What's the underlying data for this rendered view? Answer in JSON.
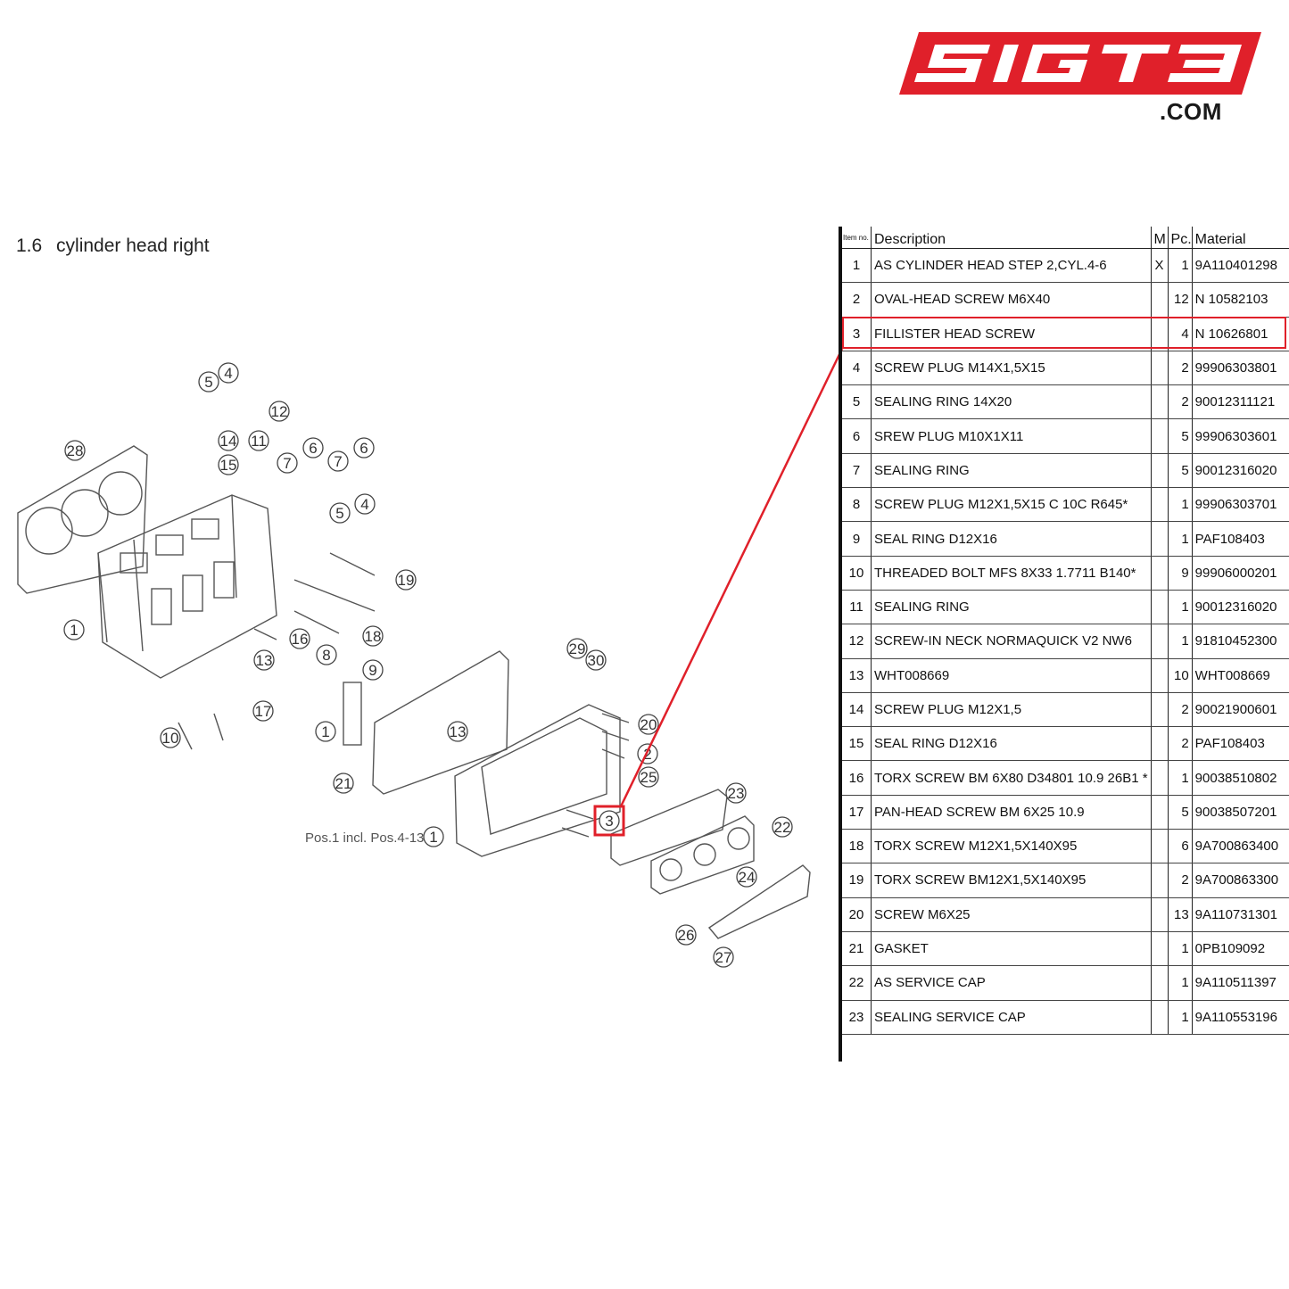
{
  "logo": {
    "text": "5IGT3",
    "domain": ".COM"
  },
  "section": {
    "number": "1.6",
    "title": "cylinder head right"
  },
  "diagram": {
    "note": "Pos.1 incl. Pos.4-13",
    "highlight_callout": "3",
    "accent_color": "#e0202a"
  },
  "table": {
    "headers": {
      "item": "Item no.",
      "description": "Description",
      "m": "M",
      "pc": "Pc.",
      "material": "Material"
    },
    "highlight_row": 3,
    "rows": [
      {
        "item": "1",
        "description": "AS CYLINDER HEAD STEP 2,CYL.4-6",
        "m": "X",
        "pc": "1",
        "material": "9A110401298"
      },
      {
        "item": "2",
        "description": "OVAL-HEAD SCREW M6X40",
        "m": "",
        "pc": "12",
        "material": "N 10582103"
      },
      {
        "item": "3",
        "description": "FILLISTER HEAD SCREW",
        "m": "",
        "pc": "4",
        "material": "N 10626801"
      },
      {
        "item": "4",
        "description": "SCREW PLUG M14X1,5X15",
        "m": "",
        "pc": "2",
        "material": "99906303801"
      },
      {
        "item": "5",
        "description": "SEALING RING 14X20",
        "m": "",
        "pc": "2",
        "material": "90012311121"
      },
      {
        "item": "6",
        "description": "SREW PLUG M10X1X11",
        "m": "",
        "pc": "5",
        "material": "99906303601"
      },
      {
        "item": "7",
        "description": "SEALING RING",
        "m": "",
        "pc": "5",
        "material": "90012316020"
      },
      {
        "item": "8",
        "description": "SCREW PLUG M12X1,5X15 C 10C R645*",
        "m": "",
        "pc": "1",
        "material": "99906303701"
      },
      {
        "item": "9",
        "description": "SEAL RING D12X16",
        "m": "",
        "pc": "1",
        "material": "PAF108403"
      },
      {
        "item": "10",
        "description": "THREADED BOLT MFS 8X33 1.7711 B140*",
        "m": "",
        "pc": "9",
        "material": "99906000201"
      },
      {
        "item": "11",
        "description": "SEALING RING",
        "m": "",
        "pc": "1",
        "material": "90012316020"
      },
      {
        "item": "12",
        "description": "SCREW-IN NECK NORMAQUICK V2 NW6",
        "m": "",
        "pc": "1",
        "material": "91810452300"
      },
      {
        "item": "13",
        "description": "WHT008669",
        "m": "",
        "pc": "10",
        "material": "WHT008669"
      },
      {
        "item": "14",
        "description": "SCREW PLUG M12X1,5",
        "m": "",
        "pc": "2",
        "material": "90021900601"
      },
      {
        "item": "15",
        "description": "SEAL RING D12X16",
        "m": "",
        "pc": "2",
        "material": "PAF108403"
      },
      {
        "item": "16",
        "description": "TORX SCREW BM 6X80 D34801 10.9 26B1 *",
        "m": "",
        "pc": "1",
        "material": "90038510802"
      },
      {
        "item": "17",
        "description": "PAN-HEAD SCREW BM 6X25 10.9",
        "m": "",
        "pc": "5",
        "material": "90038507201"
      },
      {
        "item": "18",
        "description": "TORX SCREW M12X1,5X140X95",
        "m": "",
        "pc": "6",
        "material": "9A700863400"
      },
      {
        "item": "19",
        "description": "TORX SCREW BM12X1,5X140X95",
        "m": "",
        "pc": "2",
        "material": "9A700863300"
      },
      {
        "item": "20",
        "description": "SCREW M6X25",
        "m": "",
        "pc": "13",
        "material": "9A110731301"
      },
      {
        "item": "21",
        "description": "GASKET",
        "m": "",
        "pc": "1",
        "material": "0PB109092"
      },
      {
        "item": "22",
        "description": "AS SERVICE CAP",
        "m": "",
        "pc": "1",
        "material": "9A110511397"
      },
      {
        "item": "23",
        "description": "SEALING SERVICE CAP",
        "m": "",
        "pc": "1",
        "material": "9A110553196"
      }
    ]
  }
}
